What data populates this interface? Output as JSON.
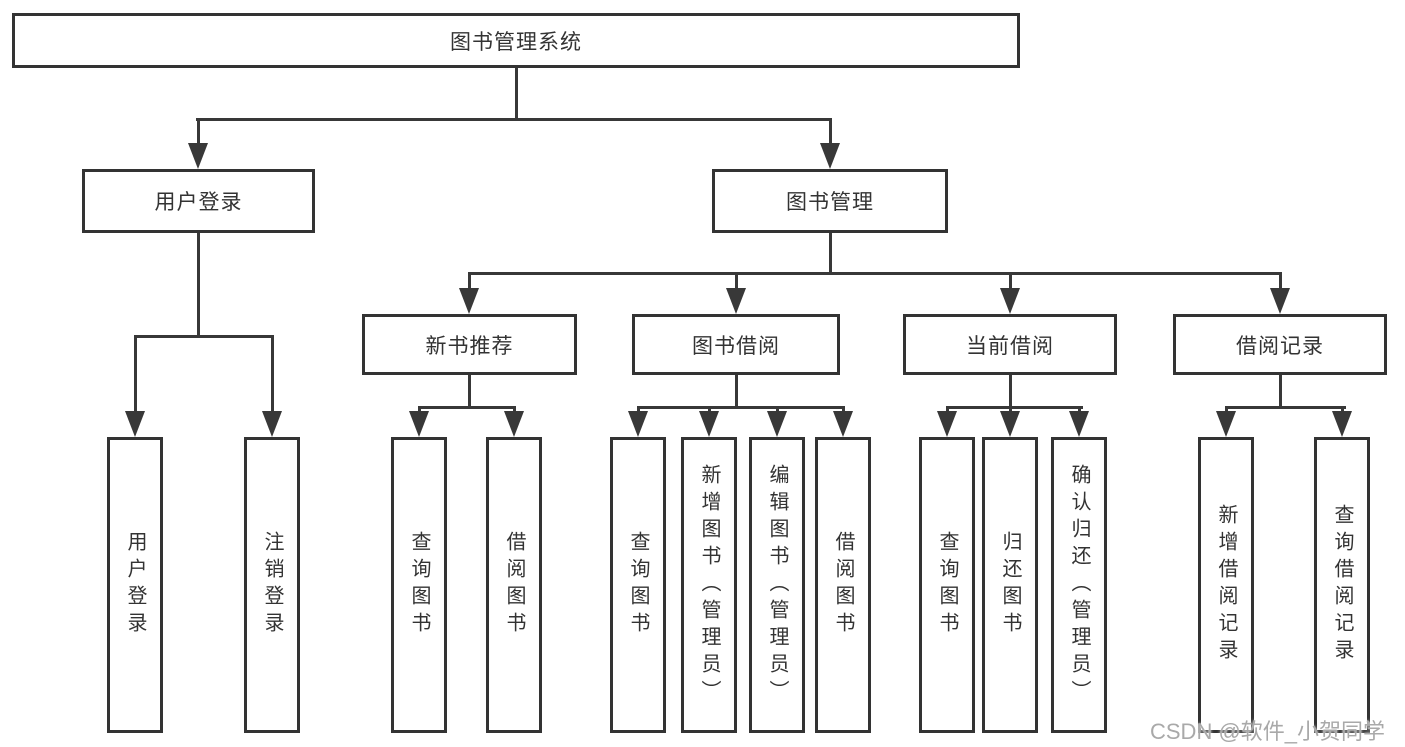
{
  "page": {
    "background": "#ffffff"
  },
  "colors": {
    "line": "#383838",
    "box_border": "#333333",
    "box_fill": "#ffffff",
    "text": "#333333",
    "watermark": "#a9a9a9"
  },
  "diagram": {
    "root": {
      "label": "图书管理系统"
    },
    "level2": [
      {
        "label": "用户登录",
        "children": [
          "用户登录",
          "注销登录"
        ]
      },
      {
        "label": "图书管理"
      }
    ],
    "level3": [
      {
        "label": "新书推荐",
        "children": [
          "查询图书",
          "借阅图书"
        ]
      },
      {
        "label": "图书借阅",
        "children": [
          "查询图书",
          "新增图书（管理员）",
          "编辑图书（管理员）",
          "借阅图书"
        ]
      },
      {
        "label": "当前借阅",
        "children": [
          "查询图书",
          "归还图书",
          "确认归还（管理员）"
        ]
      },
      {
        "label": "借阅记录",
        "children": [
          "新增借阅记录",
          "查询借阅记录"
        ]
      }
    ]
  },
  "watermark": {
    "text": "CSDN @软件_小贺同学"
  }
}
